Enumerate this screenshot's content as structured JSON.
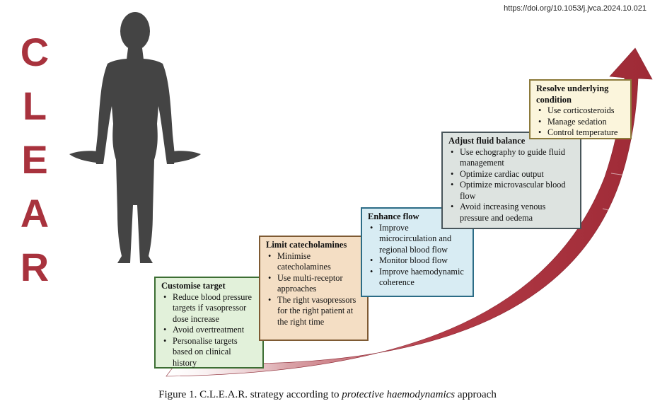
{
  "doi": "https://doi.org/10.1053/j.jvca.2024.10.021",
  "acronym_letters": [
    "C",
    "L",
    "E",
    "A",
    "R"
  ],
  "colors": {
    "letters": "#a8323d",
    "arrow": "#9e2a36",
    "silhouette": "#444444"
  },
  "icons": {
    "person": "human-silhouette-icon",
    "arrow": "curved-up-arrow-icon"
  },
  "steps": [
    {
      "title": "Customise target",
      "items": [
        "Reduce blood pressure targets if vasopressor dose increase",
        "Avoid overtreatment",
        "Personalise targets based on clinical history"
      ]
    },
    {
      "title": "Limit catecholamines",
      "items": [
        "Minimise catecholamines",
        "Use multi-receptor approaches",
        "The right vasopressors for the right patient at the right time"
      ]
    },
    {
      "title": "Enhance flow",
      "items": [
        "Improve microcirculation and regional blood flow",
        "Monitor blood flow",
        "Improve haemodynamic coherence"
      ]
    },
    {
      "title": "Adjust fluid balance",
      "items": [
        "Use echography to guide fluid management",
        "Optimize cardiac output",
        "Optimize microvascular blood flow",
        "Avoid increasing venous pressure and oedema"
      ]
    },
    {
      "title": "Resolve underlying condition",
      "items": [
        "Use corticosteroids",
        "Manage sedation",
        "Control temperature"
      ]
    }
  ],
  "caption": {
    "prefix": "Figure 1.  C.L.E.A.R. strategy according to ",
    "emphasis": "protective haemodynamics",
    "suffix": " approach"
  }
}
